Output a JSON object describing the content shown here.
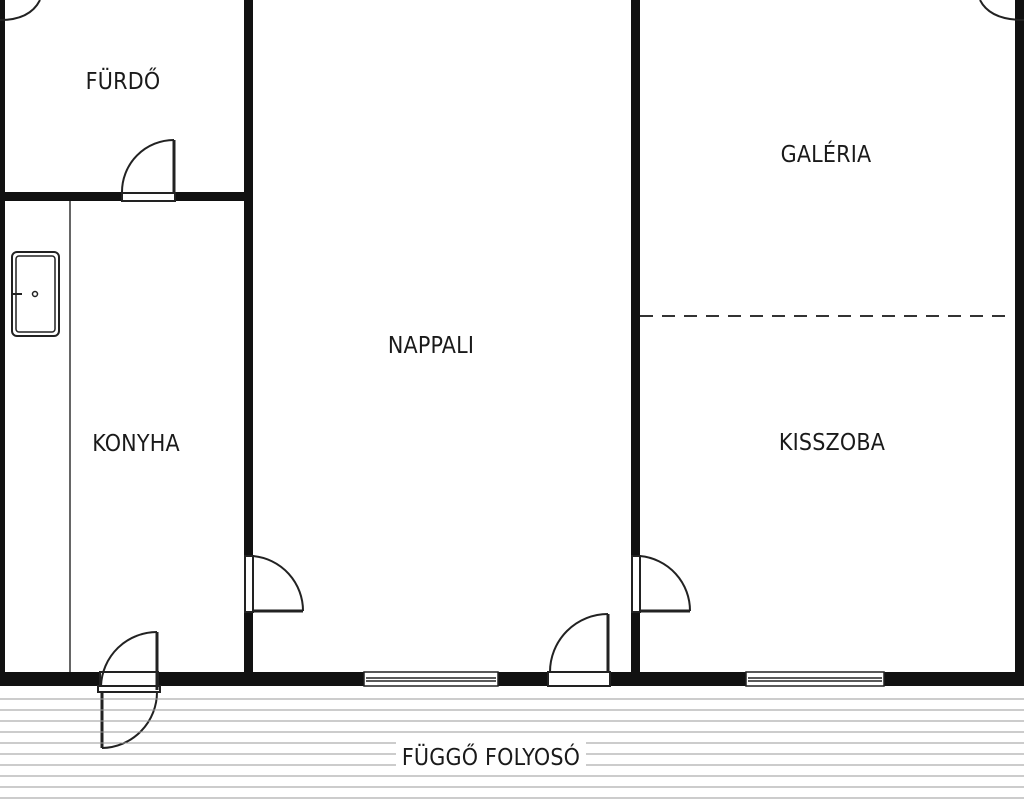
{
  "plan": {
    "rooms": {
      "bathroom": "FÜRDŐ",
      "kitchen": "KONYHA",
      "living_room": "NAPPALI",
      "gallery": "GALÉRIA",
      "small_room": "KISSZOBA",
      "corridor": "FÜGGŐ FOLYOSÓ"
    },
    "colors": {
      "wall": "#111111",
      "line": "#222222",
      "background": "#ffffff",
      "corridor_lines": "#9a9a9a"
    }
  }
}
